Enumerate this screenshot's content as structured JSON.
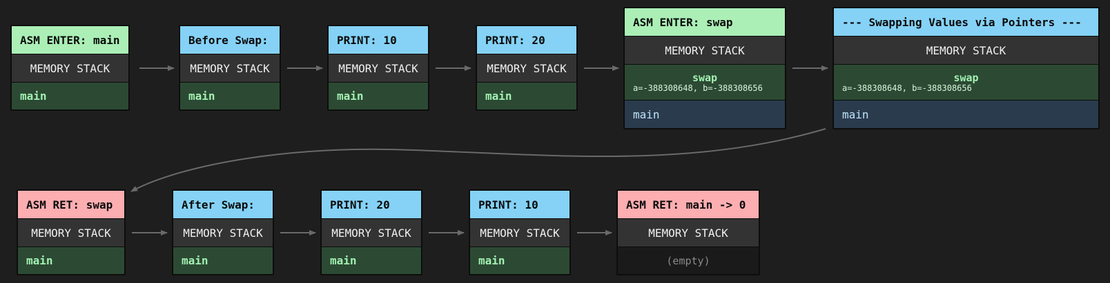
{
  "diagram": {
    "memory_label": "MEMORY STACK",
    "empty_label": "(empty)",
    "colors": {
      "enter": "#abefb6",
      "print": "#85d2f6",
      "ret": "#fcaeb1",
      "frame_active": "#2c4a33",
      "frame_caller": "#2b3b4e",
      "arrow": "#6a6a6a"
    },
    "nodes": [
      {
        "header": "ASM ENTER: main",
        "kind": "enter",
        "frames": [
          {
            "name": "main",
            "style": "active"
          }
        ]
      },
      {
        "header": "Before Swap:",
        "kind": "print",
        "frames": [
          {
            "name": "main",
            "style": "active"
          }
        ]
      },
      {
        "header": "PRINT: 10",
        "kind": "print",
        "frames": [
          {
            "name": "main",
            "style": "active"
          }
        ]
      },
      {
        "header": "PRINT: 20",
        "kind": "print",
        "frames": [
          {
            "name": "main",
            "style": "active"
          }
        ]
      },
      {
        "header": "ASM ENTER: swap",
        "kind": "enter",
        "frames": [
          {
            "name": "swap",
            "args": "a=-388308648, b=-388308656",
            "style": "active"
          },
          {
            "name": "main",
            "style": "caller"
          }
        ]
      },
      {
        "header": "--- Swapping Values via Pointers ---",
        "kind": "print",
        "frames": [
          {
            "name": "swap",
            "args": "a=-388308648, b=-388308656",
            "style": "active"
          },
          {
            "name": "main",
            "style": "caller"
          }
        ]
      },
      {
        "header": "ASM RET: swap",
        "kind": "ret",
        "frames": [
          {
            "name": "main",
            "style": "active"
          }
        ]
      },
      {
        "header": "After Swap:",
        "kind": "print",
        "frames": [
          {
            "name": "main",
            "style": "active"
          }
        ]
      },
      {
        "header": "PRINT: 20",
        "kind": "print",
        "frames": [
          {
            "name": "main",
            "style": "active"
          }
        ]
      },
      {
        "header": "PRINT: 10",
        "kind": "print",
        "frames": [
          {
            "name": "main",
            "style": "active"
          }
        ]
      },
      {
        "header": "ASM RET: main -> 0",
        "kind": "ret",
        "frames": []
      }
    ]
  }
}
